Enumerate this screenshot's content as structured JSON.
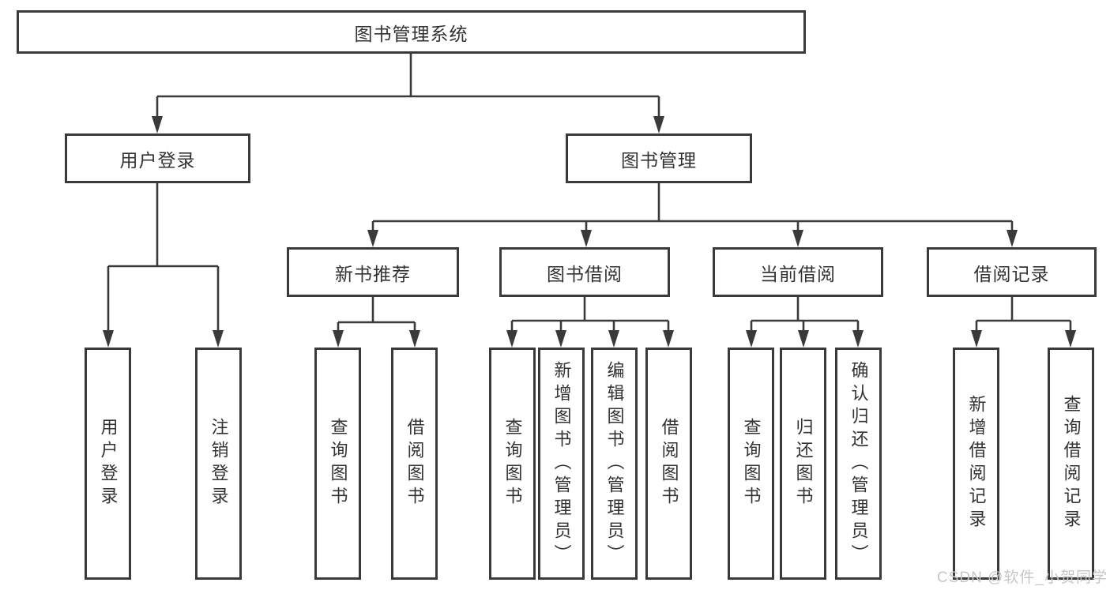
{
  "colors": {
    "background": "#ffffff",
    "line": "#3a3a3a",
    "node_border": "#3a3a3a",
    "text": "#333333",
    "watermark": "#c6c6c6"
  },
  "watermark": {
    "text": "CSDN @软件_小贺同学"
  },
  "tree": {
    "label": "图书管理系统",
    "children": [
      {
        "label": "用户登录",
        "children": [
          {
            "label": "用户登录"
          },
          {
            "label": "注销登录"
          }
        ]
      },
      {
        "label": "图书管理",
        "children": [
          {
            "label": "新书推荐",
            "children": [
              {
                "label": "查询图书"
              },
              {
                "label": "借阅图书"
              }
            ]
          },
          {
            "label": "图书借阅",
            "children": [
              {
                "label": "查询图书"
              },
              {
                "label": "新增图书（管理员）"
              },
              {
                "label": "编辑图书（管理员）"
              },
              {
                "label": "借阅图书"
              }
            ]
          },
          {
            "label": "当前借阅",
            "children": [
              {
                "label": "查询图书"
              },
              {
                "label": "归还图书"
              },
              {
                "label": "确认归还（管理员）"
              }
            ]
          },
          {
            "label": "借阅记录",
            "children": [
              {
                "label": "新增借阅记录"
              },
              {
                "label": "查询借阅记录"
              }
            ]
          }
        ]
      }
    ]
  }
}
